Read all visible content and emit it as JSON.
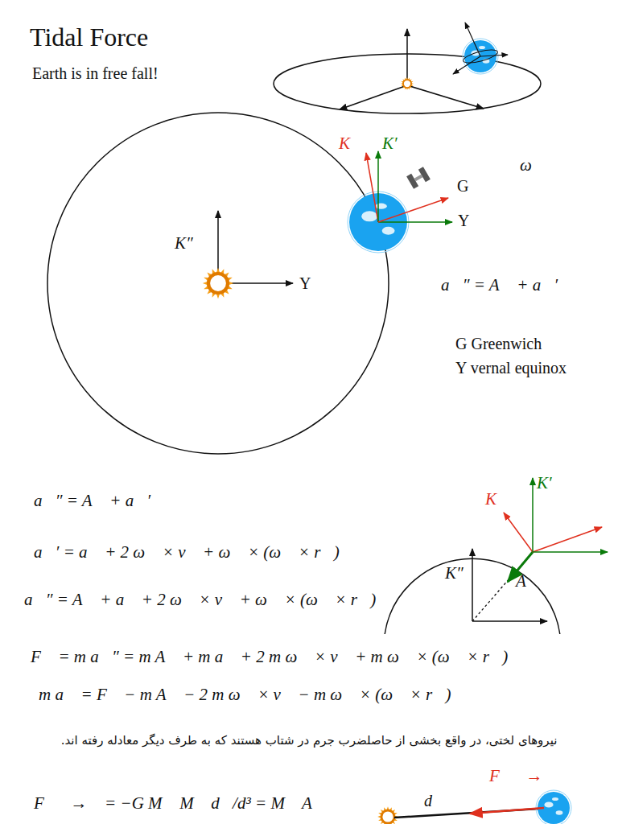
{
  "diagram": {
    "title": "Tidal Force",
    "labels": [
      "Earth is in free fall!",
      "K",
      "K′",
      "ω⃗",
      "G",
      "Υ",
      "K″",
      "Υ",
      "a⃗″ = A⃗ + a⃗′",
      "G Greenwich",
      "Υ vernal equinox",
      "K′",
      "K",
      "a⃗″ = A⃗ + a⃗′",
      "K″",
      "A⃗",
      "a⃗′ = a⃗ + 2 ω⃗ × v⃗ + ω⃗ × (ω⃗ × r⃗)",
      "a⃗″ = A⃗ + a⃗ + 2 ω⃗ × v⃗ + ω⃗ × (ω⃗ × r⃗)",
      "F⃗ = m a⃗″ = m A⃗ + m a⃗ + 2 m ω⃗ × v⃗ + m ω⃗ × (ω⃗ × r⃗)",
      "m a⃗ = F⃗ − m A⃗ − 2 m ω⃗ × v⃗ − m ω⃗ × (ω⃗ × r⃗)",
      "نیروهای لختی، در واقع بخشی از حاصلضرب جرم در شتاب هستند که به طرف دیگر معادله رفته اند.",
      "F⃗⊙→⊕",
      "F⃗⊙→⊕ = −G M⊙ M⊕ d⃗/d³ = M⊕ A⃗",
      "d⃗"
    ]
  }
}
